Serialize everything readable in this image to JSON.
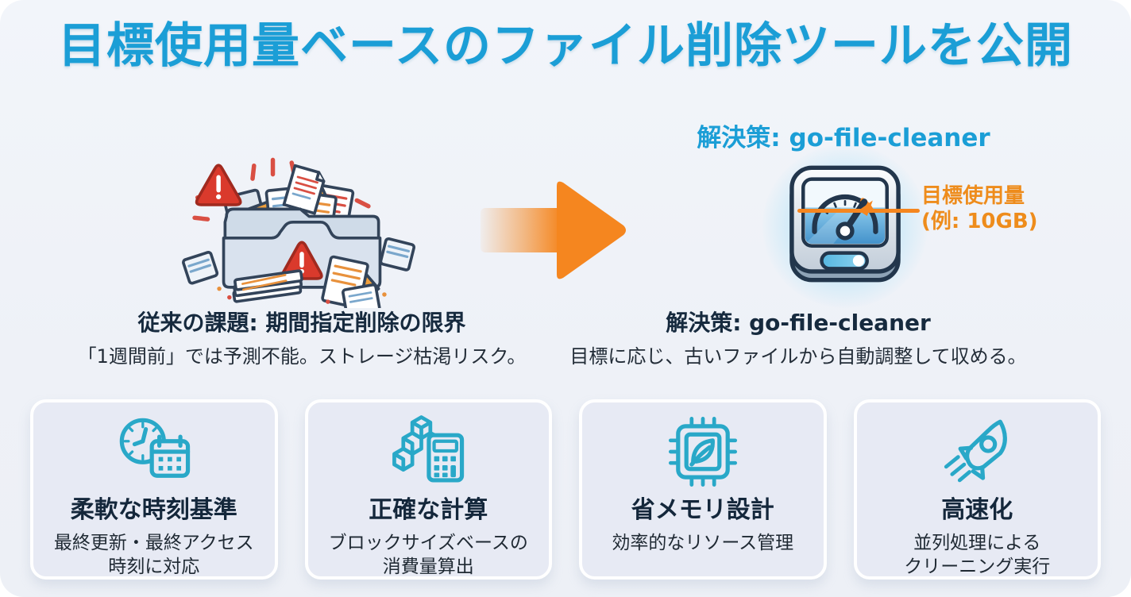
{
  "title": "目標使用量ベースのファイル削除ツールを公開",
  "problem": {
    "title": "従来の課題: 期間指定削除の限界",
    "description": "「1週間前」では予測不能。ストレージ枯渇リスク。"
  },
  "solution": {
    "header_label": "解決策: go-file-cleaner",
    "title": "解決策: go-file-cleaner",
    "description": "目標に応じ、古いファイルから自動調整して収める。",
    "gauge_label_line1": "目標使用量",
    "gauge_label_line2": "(例: 10GB)"
  },
  "features": [
    {
      "icon": "clock-calendar-icon",
      "title": "柔軟な時刻基準",
      "description": "最終更新・最終アクセス\n時刻に対応"
    },
    {
      "icon": "cubes-calculator-icon",
      "title": "正確な計算",
      "description": "ブロックサイズベースの\n消費量算出"
    },
    {
      "icon": "chip-leaf-icon",
      "title": "省メモリ設計",
      "description": "効率的なリソース管理"
    },
    {
      "icon": "rocket-icon",
      "title": "高速化",
      "description": "並列処理による\nクリーニング実行"
    }
  ],
  "colors": {
    "title_blue": "#1b9ed6",
    "accent_orange": "#f5861f",
    "label_orange": "#ee8c1c",
    "dark_navy_text": "#162a3e",
    "icon_teal": "#29a8c8",
    "card_background": "#e7eaf4",
    "page_background": "#eef1f7",
    "warning_red": "#da3a2c"
  }
}
